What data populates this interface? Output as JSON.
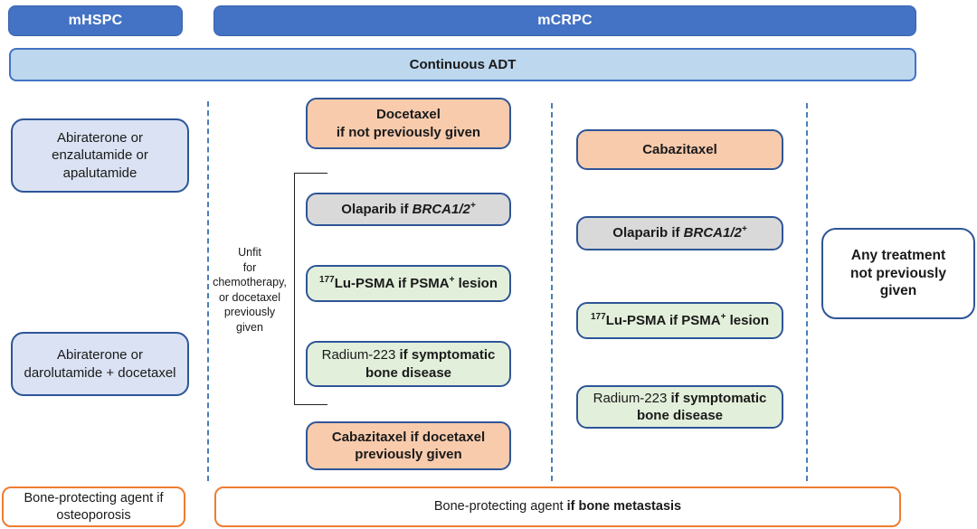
{
  "palette": {
    "header_fill": "#4472C4",
    "header_border": "#3763AD",
    "header_text": "#FFFFFF",
    "adt_fill": "#BDD7EE",
    "adt_border": "#4472C4",
    "box_border": "#2E5597",
    "lavender_fill": "#DAE2F3",
    "orange_fill": "#F8CBAD",
    "gray_fill": "#D9D9D9",
    "green_fill": "#E2EFDA",
    "white_fill": "#FFFFFF",
    "bottom_border": "#ED7D31",
    "dashed_line": "#4A7EBB",
    "bracket_color": "#1F1F1F",
    "text_color": "#1A1A1A"
  },
  "headers": {
    "mhspc": "mHSPC",
    "mcrpc": "mCRPC"
  },
  "adt": {
    "label": "Continuous ADT"
  },
  "mhspc": {
    "first_line_box": {
      "lines": [
        "Abiraterone or",
        "enzalutamide or",
        "apalutamide"
      ]
    },
    "second_line_box": {
      "lines": [
        "Abiraterone or",
        "darolutamide + docetaxel"
      ]
    }
  },
  "mcrpc_first": {
    "docetaxel_box": {
      "lines": [
        "Docetaxel",
        "if not previously given"
      ]
    },
    "bracket_note": {
      "lines": [
        "Unfit",
        "for",
        "chemotherapy,",
        "or docetaxel",
        "previously",
        "given"
      ]
    },
    "olaparib_box": {
      "prefix": "Olaparib if ",
      "gene": "BRCA1/2",
      "superscript": "+"
    },
    "lu_psma_box": {
      "isotope": "177",
      "text": "Lu-PSMA if PSMA",
      "superscript": "+",
      "suffix": " lesion"
    },
    "radium_box": {
      "drug": "Radium-223 ",
      "condition": "if symptomatic bone disease"
    },
    "cabazitaxel_box": {
      "lines": [
        "Cabazitaxel if docetaxel",
        "previously given"
      ]
    }
  },
  "mcrpc_second": {
    "cabazitaxel_box": {
      "label": "Cabazitaxel"
    },
    "olaparib_box": {
      "prefix": "Olaparib if ",
      "gene": "BRCA1/2",
      "superscript": "+"
    },
    "lu_psma_box": {
      "isotope": "177",
      "text": "Lu-PSMA if PSMA",
      "superscript": "+",
      "suffix": " lesion"
    },
    "radium_box": {
      "drug": "Radium-223 ",
      "condition": "if symptomatic bone disease"
    }
  },
  "any_treatment_box": {
    "lines": [
      "Any treatment",
      "not previously",
      "given"
    ]
  },
  "bone_protecting": {
    "osteoporosis_box": {
      "lines": [
        "Bone-protecting agent if",
        "osteoporosis"
      ]
    },
    "metastasis_box": {
      "prefix": "Bone-protecting agent ",
      "condition": "if bone metastasis"
    }
  }
}
